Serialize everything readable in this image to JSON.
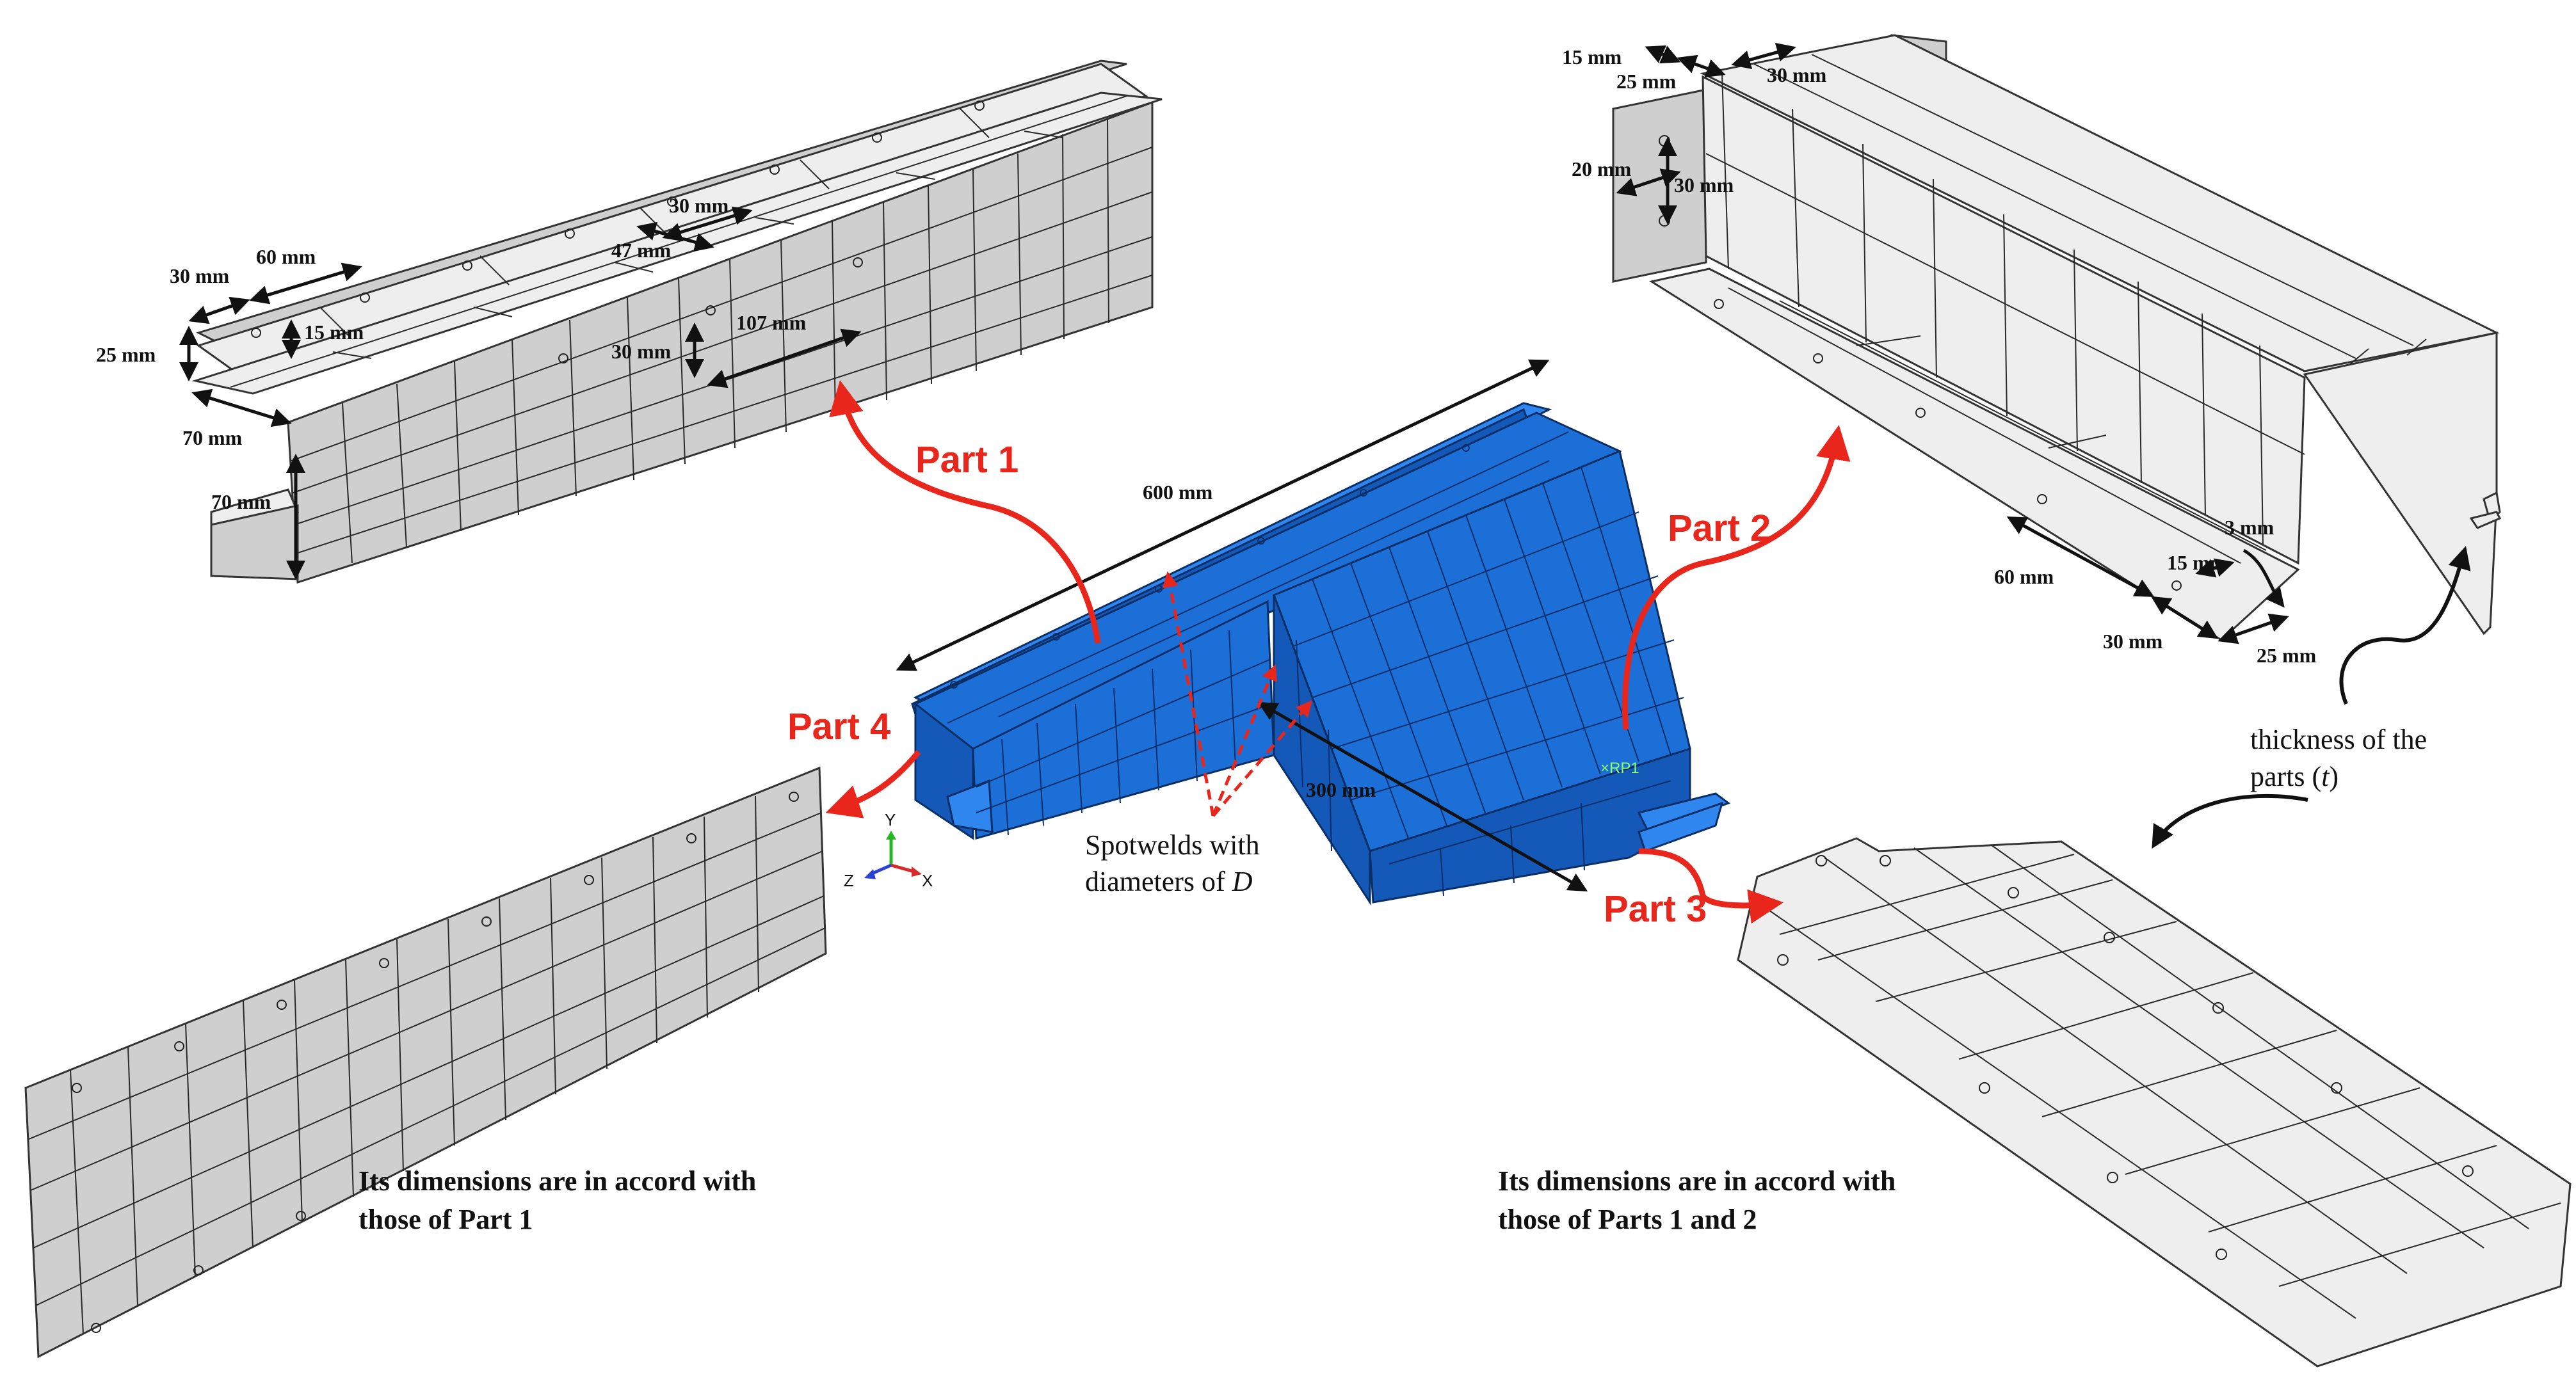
{
  "parts": {
    "part1": "Part 1",
    "part2": "Part 2",
    "part3": "Part 3",
    "part4": "Part 4"
  },
  "assembly": {
    "length_label": "600 mm",
    "branch_label": "300 mm",
    "rp_label": "RP1",
    "spotweld_line1": "Spotwelds with",
    "spotweld_line2": "diameters of ",
    "spotweld_symbol": "D"
  },
  "axes": {
    "y": "Y",
    "z": "Z",
    "x": "X"
  },
  "part1_dims": {
    "d30a": "30 mm",
    "d60": "60 mm",
    "d30b": "30 mm",
    "d47": "47 mm",
    "d15": "15 mm",
    "d25": "25 mm",
    "d107": "107 mm",
    "d30c": "30 mm",
    "d70a": "70 mm",
    "d70b": "70 mm"
  },
  "part2_dims": {
    "d15": "15 mm",
    "d25": "25 mm",
    "d30a": "30 mm",
    "d20": "20 mm",
    "d30b": "30 mm",
    "d3": "3 mm",
    "d60": "60 mm",
    "d15b": "15 mm",
    "d30c": "30 mm",
    "d25b": "25 mm"
  },
  "thickness": {
    "line1": "thickness of the",
    "line2a": "parts (",
    "line2b": "t",
    "line2c": ")"
  },
  "notes": {
    "part4_line1": "Its dimensions are in accord with",
    "part4_line2": "those of Part 1",
    "part3_line1": "Its dimensions are in accord with",
    "part3_line2": "those of Parts 1 and 2"
  },
  "colors": {
    "assembly_blue": "#1d6fd8",
    "arrow_red": "#e8261c",
    "part_gray": "#cfcfcf",
    "part_light": "#eeeeee"
  }
}
